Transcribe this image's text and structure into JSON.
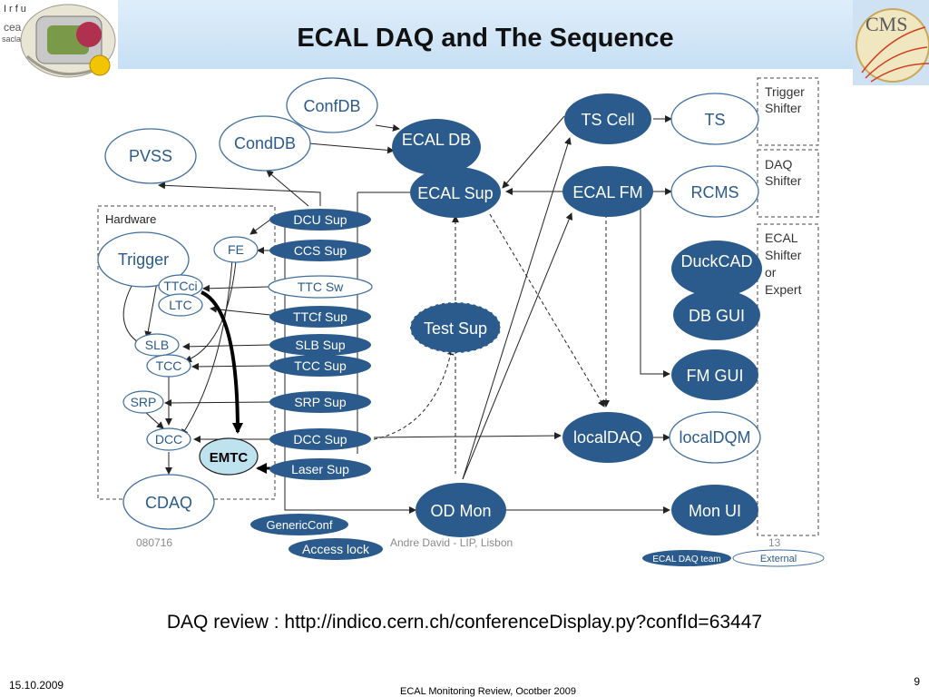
{
  "title": "ECAL DAQ and The Sequence",
  "logos": {
    "left_text": "Irfu",
    "left_sub1": "cea",
    "left_sub2": "saclay",
    "right_text": "CMS"
  },
  "diagram": {
    "nodes": {
      "confdb": "ConfDB",
      "conddb": "CondDB",
      "pvss": "PVSS",
      "ecal_db": "ECAL DB",
      "ecal_sup": "ECAL Sup",
      "ts_cell": "TS Cell",
      "ts": "TS",
      "ecal_fm": "ECAL FM",
      "rcms": "RCMS",
      "duckcad": "DuckCAD",
      "db_gui": "DB GUI",
      "fm_gui": "FM GUI",
      "localdaq": "localDAQ",
      "localdqm": "localDQM",
      "mon_ui": "Mon UI",
      "od_mon": "OD Mon",
      "test_sup": "Test Sup",
      "dcu_sup": "DCU Sup",
      "ccs_sup": "CCS Sup",
      "ttc_sw": "TTC Sw",
      "ttcf_sup": "TTCf Sup",
      "slb_sup": "SLB Sup",
      "tcc_sup": "TCC Sup",
      "srp_sup": "SRP Sup",
      "dcc_sup": "DCC Sup",
      "laser_sup": "Laser Sup",
      "genericconf": "GenericConf",
      "access_lock": "Access lock",
      "trigger": "Trigger",
      "fe": "FE",
      "ttcci": "TTCci",
      "ltc": "LTC",
      "slb": "SLB",
      "tcc": "TCC",
      "srp": "SRP",
      "dcc": "DCC",
      "cdaq": "CDAQ",
      "emtc": "EMTC"
    },
    "hardware_label": "Hardware",
    "roles": {
      "trigger_shifter": [
        "Trigger",
        "Shifter"
      ],
      "daq_shifter": [
        "DAQ",
        "Shifter"
      ],
      "ecal_shifter": [
        "ECAL",
        "Shifter",
        "or",
        "Expert"
      ]
    },
    "legend": {
      "team": "ECAL DAQ team",
      "external": "External"
    },
    "credits": {
      "date_code": "080716",
      "author": "Andre David - LIP, Lisbon",
      "page_ref": "13"
    },
    "colors": {
      "team_fill": "#2a5b8c",
      "external_stroke": "#3f6fa0",
      "emtc_fill": "#bfe3ee"
    }
  },
  "footer": {
    "link": "DAQ review : http://indico.cern.ch/conferenceDisplay.py?confId=63447",
    "date": "15.10.2009",
    "center": "ECAL Monitoring Review, Ocotber 2009",
    "page": "9"
  }
}
